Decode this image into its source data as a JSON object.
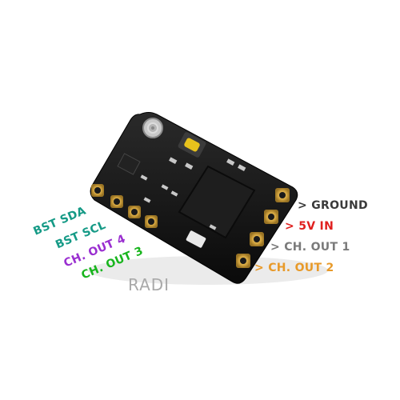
{
  "watermark": "RADI",
  "pins_right": [
    {
      "label": "> GROUND",
      "color": "#3a3a3a"
    },
    {
      "label": "> 5V IN",
      "color": "#e0201f"
    },
    {
      "label": "> CH. OUT 1",
      "color": "#7a7a7a"
    },
    {
      "label": "> CH. OUT 2",
      "color": "#e89a2a"
    }
  ],
  "pins_left": [
    {
      "label": "BST SDA",
      "color": "#159a86"
    },
    {
      "label": "BST SCL",
      "color": "#159a86"
    },
    {
      "label": "CH. OUT 4",
      "color": "#9a2fd0"
    },
    {
      "label": "CH. OUT 3",
      "color": "#19b51e"
    }
  ],
  "colors": {
    "pcb": "#151515",
    "pad_gold": "#d4a640",
    "button": "#e8c21c"
  }
}
